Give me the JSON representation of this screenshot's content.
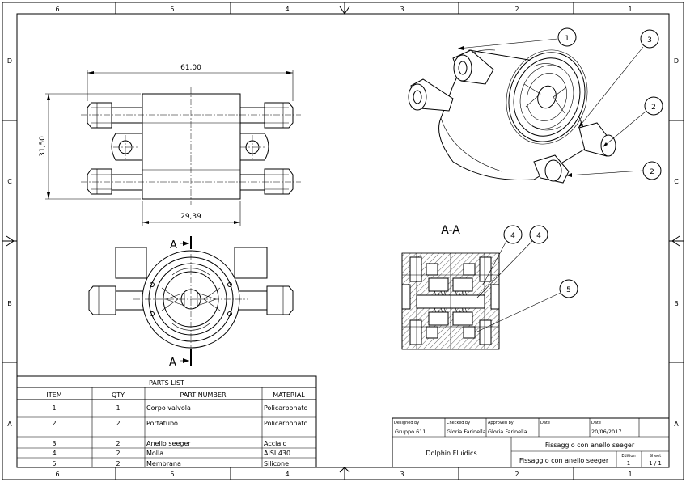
{
  "sheet": {
    "columns_top": [
      "6",
      "5",
      "4",
      "3",
      "2",
      "1"
    ],
    "columns_bottom": [
      "6",
      "5",
      "4",
      "3",
      "2",
      "1"
    ],
    "rows": [
      "D",
      "C",
      "B",
      "A"
    ]
  },
  "dimensions": {
    "overall_length": "61,00",
    "height": "31,50",
    "body_width": "29,39"
  },
  "section": {
    "cut_label_top": "A",
    "cut_label_bottom": "A",
    "view_title": "A-A"
  },
  "balloons": {
    "iso": [
      "1",
      "3",
      "2",
      "2"
    ],
    "section": [
      "4",
      "4",
      "5"
    ]
  },
  "parts_list": {
    "title": "PARTS LIST",
    "headers": [
      "ITEM",
      "QTY",
      "PART NUMBER",
      "MATERIAL"
    ],
    "rows": [
      {
        "item": "1",
        "qty": "1",
        "part": "Corpo valvola",
        "material": "Policarbonato"
      },
      {
        "item": "2",
        "qty": "2",
        "part": "Portatubo",
        "material": "Policarbonato"
      },
      {
        "item": "3",
        "qty": "2",
        "part": "Anello seeger",
        "material": "Acciaio"
      },
      {
        "item": "4",
        "qty": "2",
        "part": "Molla",
        "material": "AISI 430"
      },
      {
        "item": "5",
        "qty": "2",
        "part": "Membrana",
        "material": "Silicone"
      }
    ]
  },
  "title_block": {
    "designed_by_label": "Designed by",
    "designed_by": "Gruppo 611",
    "checked_by_label": "Checked by",
    "checked_by": "Gloria Farinella",
    "approved_by_label": "Approved by",
    "approved_by": "Gloria Farinella",
    "date_label_1": "Date",
    "date_label_2": "Date",
    "date": "20/06/2017",
    "company": "Dolphin Fluidics",
    "title": "Fissaggio con anello seeger",
    "subtitle": "Fissaggio con anello seeger",
    "edition_label": "Edition",
    "edition": "1",
    "sheet_label": "Sheet",
    "sheet": "1 / 1"
  }
}
